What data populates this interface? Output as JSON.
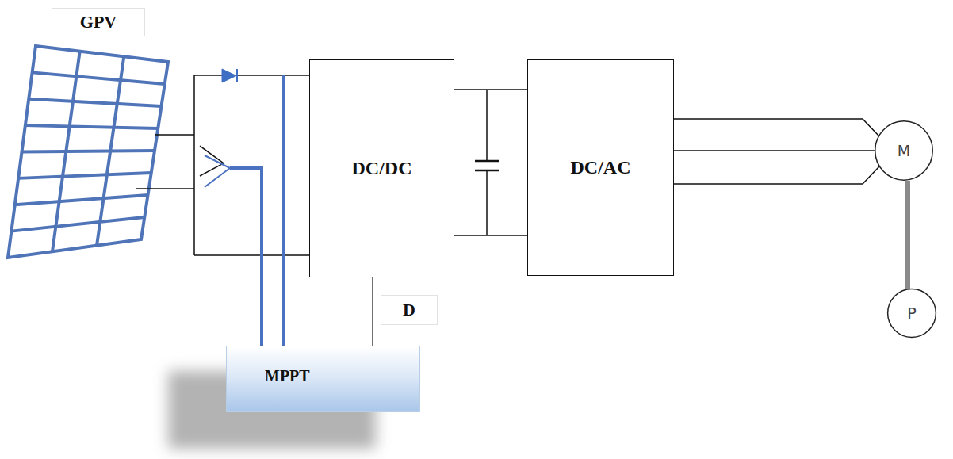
{
  "diagram": {
    "nodes": [
      {
        "text": [
          "GPV"
        ]
      },
      {
        "text": [
          "DC/DC"
        ]
      },
      {
        "text": [
          "DC/AC"
        ]
      },
      {
        "text": [
          "M"
        ]
      },
      {
        "text": [
          "P"
        ]
      },
      {
        "text": [
          "D"
        ]
      },
      {
        "text": [
          "MPPT"
        ]
      }
    ],
    "edges": [
      {
        "from": 1,
        "to": 2,
        "arrow": "none"
      },
      {
        "from": 2,
        "to": 3,
        "arrow": "none"
      },
      {
        "from": 3,
        "to": 4,
        "arrow": "none"
      },
      {
        "from": 1,
        "to": 6,
        "arrow": "none"
      }
    ]
  }
}
